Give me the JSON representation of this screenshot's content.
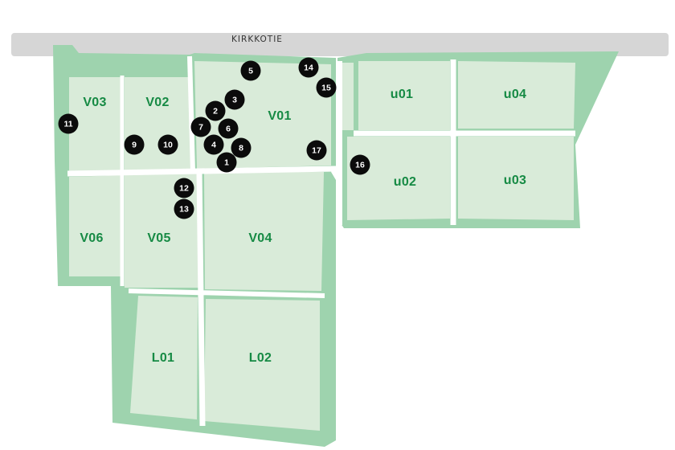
{
  "road": {
    "name": "KIRKKOTIE"
  },
  "colors": {
    "road": "#d6d6d6",
    "frame": "#9ed3ae",
    "plot": "#d9ebd9",
    "label": "#168a44",
    "marker": "#0b0b0b",
    "marker_text": "#ffffff",
    "gap": "#ffffff"
  },
  "plots": [
    {
      "id": "V03",
      "label": "V03"
    },
    {
      "id": "V02",
      "label": "V02"
    },
    {
      "id": "V01",
      "label": "V01"
    },
    {
      "id": "V06",
      "label": "V06"
    },
    {
      "id": "V05",
      "label": "V05"
    },
    {
      "id": "V04",
      "label": "V04"
    },
    {
      "id": "L01",
      "label": "L01"
    },
    {
      "id": "L02",
      "label": "L02"
    },
    {
      "id": "u01",
      "label": "u01"
    },
    {
      "id": "u04",
      "label": "u04"
    },
    {
      "id": "u02",
      "label": "u02"
    },
    {
      "id": "u03",
      "label": "u03"
    }
  ],
  "markers": [
    {
      "label": "1"
    },
    {
      "label": "2"
    },
    {
      "label": "3"
    },
    {
      "label": "4"
    },
    {
      "label": "5"
    },
    {
      "label": "6"
    },
    {
      "label": "7"
    },
    {
      "label": "8"
    },
    {
      "label": "9"
    },
    {
      "label": "10"
    },
    {
      "label": "11"
    },
    {
      "label": "12"
    },
    {
      "label": "13"
    },
    {
      "label": "14"
    },
    {
      "label": "15"
    },
    {
      "label": "16"
    },
    {
      "label": "17"
    }
  ]
}
